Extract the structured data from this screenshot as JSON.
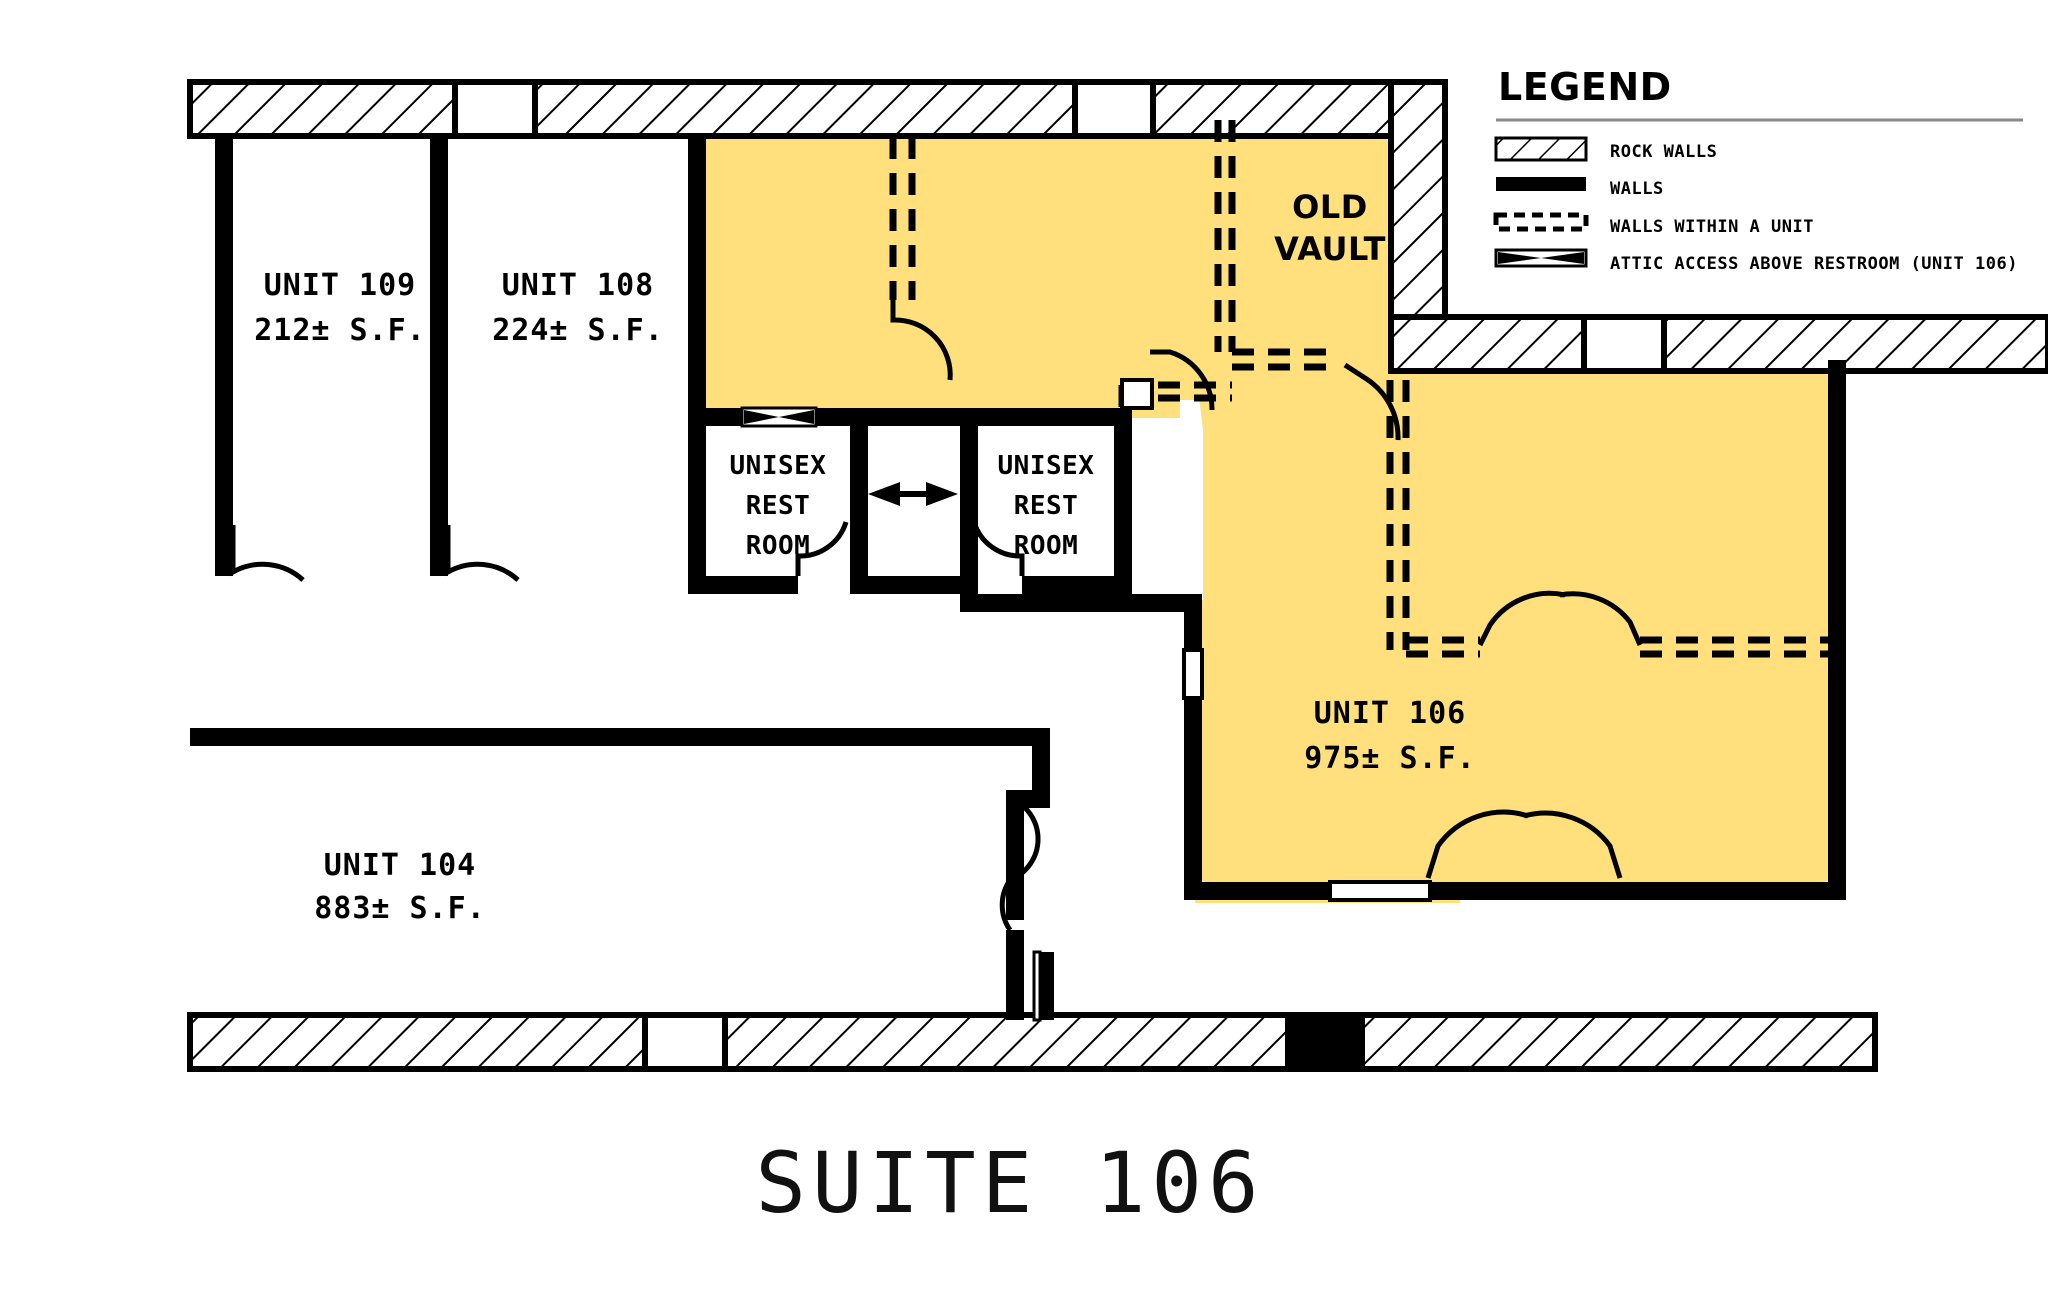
{
  "drawing": {
    "title": "SUITE 106",
    "fill_color": "#FFE07D",
    "line_color": "#000000"
  },
  "units": [
    {
      "name": "UNIT 109",
      "area": "212± S.F."
    },
    {
      "name": "UNIT 108",
      "area": "224± S.F."
    },
    {
      "name": "UNIT 106",
      "area": "975± S.F."
    },
    {
      "name": "UNIT 104",
      "area": "883± S.F."
    }
  ],
  "rooms": [
    {
      "line1": "UNISEX",
      "line2": "REST",
      "line3": "ROOM"
    },
    {
      "line1": "UNISEX",
      "line2": "REST",
      "line3": "ROOM"
    }
  ],
  "vault": {
    "line1": "OLD",
    "line2": "VAULT"
  },
  "legend": {
    "title": "LEGEND",
    "items": [
      {
        "label": "ROCK WALLS",
        "swatch": "hatch-swatch"
      },
      {
        "label": "WALLS",
        "swatch": "solid-swatch"
      },
      {
        "label": "WALLS WITHIN A UNIT",
        "swatch": "dashed-swatch"
      },
      {
        "label": "ATTIC ACCESS ABOVE RESTROOM (UNIT 106)",
        "swatch": "attic-swatch"
      }
    ]
  }
}
